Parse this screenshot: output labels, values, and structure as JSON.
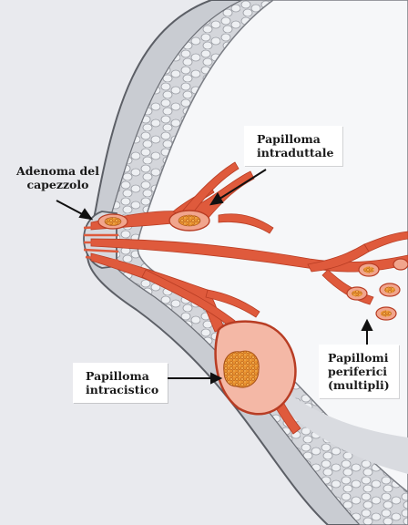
{
  "labels": {
    "adenoma": "Adenoma del\ncapezzolo",
    "intraduttale": "Papilloma\nintraduttale",
    "intracistico": "Papilloma\nintracistico",
    "periferici": "Papillomi\nperiferici\n(multipli)"
  },
  "colors": {
    "background": "#e9eaee",
    "breast_fill": "#f6f7f9",
    "skin_outline": "#5c5f66",
    "skin_band": "#c3c6cc",
    "duct": "#df5a3c",
    "duct_light": "#f1a58d",
    "papilloma": "#e8912e",
    "cyst": "#f4b8a6"
  }
}
